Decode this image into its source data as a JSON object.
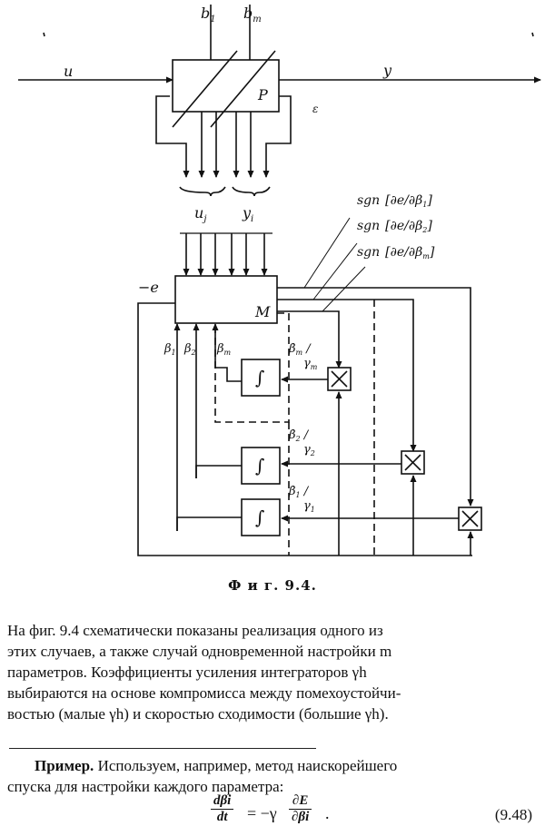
{
  "figure": {
    "labels": {
      "u": "u",
      "y": "y",
      "P": "P",
      "b1": "b",
      "b1_sub": "1",
      "bm": "b",
      "bm_sub": "m",
      "uj": "u",
      "uj_sub": "j",
      "yi": "y",
      "yi_sub": "i",
      "M": "M",
      "neg_e": "−e",
      "small_mark": "ɛ",
      "beta1": "β",
      "beta1_sub": "1",
      "beta2": "β",
      "beta2_sub": "2",
      "betam": "β",
      "betam_sub": "m",
      "sgn1": "sgn",
      "sgn1_frac": "∂e/∂β",
      "sgn1_sub": "1",
      "sgn2": "sgn",
      "sgn2_frac": "∂e/∂β",
      "sgn2_sub": "2",
      "sgnm": "sgn",
      "sgnm_frac": "∂e/∂β",
      "sgnm_sub": "m",
      "rate_m": "β̇",
      "rate_m_sub": "m",
      "gamma_m": "γ",
      "gamma_m_sub": "m",
      "rate_2": "β̇",
      "rate_2_sub": "2",
      "gamma_2": "γ",
      "gamma_2_sub": "2",
      "rate_1": "β̇",
      "rate_1_sub": "1",
      "gamma_1": "γ",
      "gamma_1_sub": "1",
      "integrator": "∫",
      "multiplier": "×"
    },
    "caption": "Ф и г. 9.4."
  },
  "text": {
    "para_lines": [
      "На фиг. 9.4 схематически показаны реализация одного из",
      "этих случаев, а также случай одновременной настройки m",
      "параметров. Коэффициенты усиления интеграторов γh",
      "выбираются на основе компромисса между помехоустойчи-",
      "востью (малые γh) и скоростью сходимости (большие γh)."
    ],
    "example_label": "Пример.",
    "example_line1": " Используем, например, метод наискорейшего",
    "example_line2": "спуска для настройки каждого параметра:",
    "formula": {
      "lhs_num": "dβi",
      "lhs_den": "dt",
      "eq": "= −γ",
      "rhs_num": "∂E",
      "rhs_den": "∂βi",
      "end": ".",
      "number": "(9.48)"
    }
  }
}
